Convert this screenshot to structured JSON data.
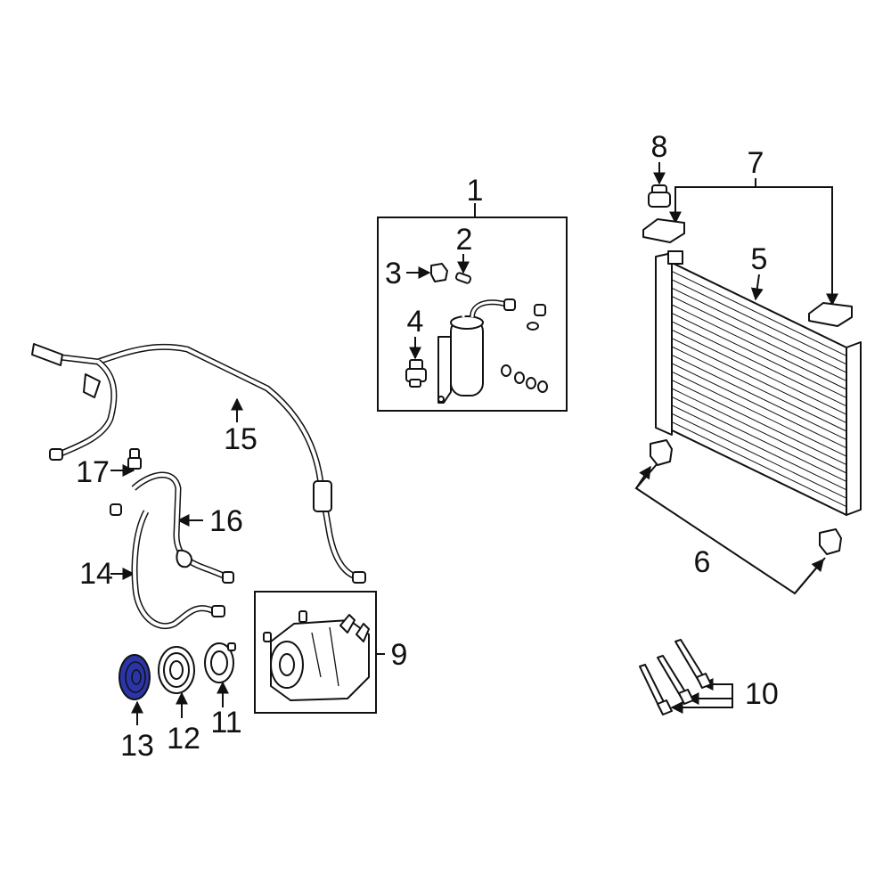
{
  "diagram": {
    "highlight_color": "#2b35a8",
    "line_color": "#111111",
    "highlighted_part": "13",
    "callouts": {
      "c1": "1",
      "c2": "2",
      "c3": "3",
      "c4": "4",
      "c5": "5",
      "c6": "6",
      "c7": "7",
      "c8": "8",
      "c9": "9",
      "c10": "10",
      "c11": "11",
      "c12": "12",
      "c13": "13",
      "c14": "14",
      "c15": "15",
      "c16": "16",
      "c17": "17"
    }
  }
}
